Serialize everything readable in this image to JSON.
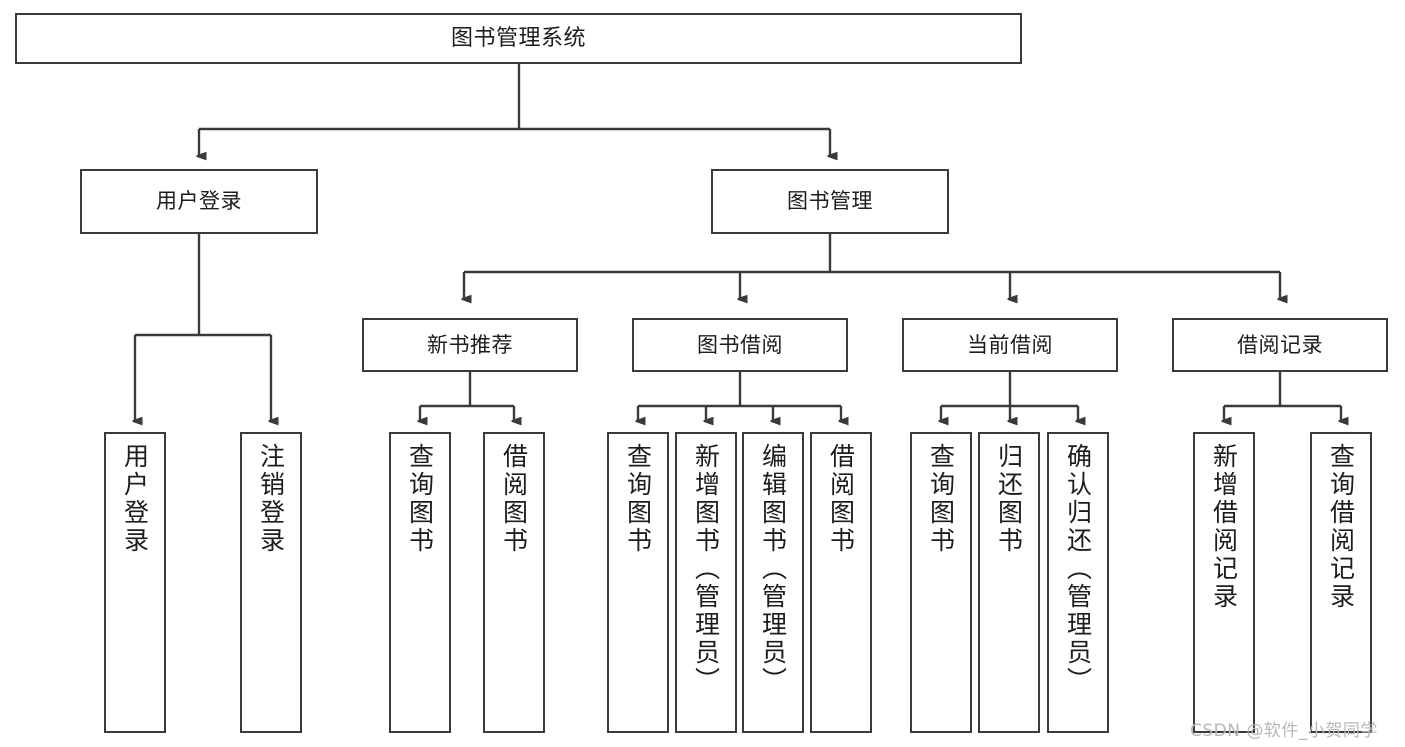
{
  "diagram": {
    "title": "图书管理系统",
    "type": "tree-hierarchy-chart",
    "watermark": "CSDN @软件_小贺同学",
    "colors": {
      "stroke": "#3a3a3a",
      "text": "#1d1d1d",
      "background": "#ffffff",
      "watermark": "#b7b7b7"
    },
    "nodes": {
      "root": {
        "label": "图书管理系统"
      },
      "level2": [
        {
          "id": "user-login",
          "label": "用户登录"
        },
        {
          "id": "book-management",
          "label": "图书管理"
        }
      ],
      "level3": [
        {
          "id": "new-book-recommend",
          "label": "新书推荐"
        },
        {
          "id": "book-borrow",
          "label": "图书借阅"
        },
        {
          "id": "current-borrow",
          "label": "当前借阅"
        },
        {
          "id": "borrow-record",
          "label": "借阅记录"
        }
      ],
      "leaves": {
        "user-login": [
          {
            "id": "leaf-user-login",
            "label": "用户登录"
          },
          {
            "id": "leaf-logout-login",
            "label": "注销登录"
          }
        ],
        "new-book-recommend": [
          {
            "id": "leaf-query-book-1",
            "label": "查询图书"
          },
          {
            "id": "leaf-borrow-book-1",
            "label": "借阅图书"
          }
        ],
        "book-borrow": [
          {
            "id": "leaf-query-book-2",
            "label": "查询图书"
          },
          {
            "id": "leaf-add-book-admin",
            "label": "新增图书（管理员）"
          },
          {
            "id": "leaf-edit-book-admin",
            "label": "编辑图书（管理员）"
          },
          {
            "id": "leaf-borrow-book-2",
            "label": "借阅图书"
          }
        ],
        "current-borrow": [
          {
            "id": "leaf-query-book-3",
            "label": "查询图书"
          },
          {
            "id": "leaf-return-book",
            "label": "归还图书"
          },
          {
            "id": "leaf-confirm-return-admin",
            "label": "确认归还（管理员）"
          }
        ],
        "borrow-record": [
          {
            "id": "leaf-add-borrow-record",
            "label": "新增借阅记录"
          },
          {
            "id": "leaf-query-borrow-record",
            "label": "查询借阅记录"
          }
        ]
      }
    }
  }
}
